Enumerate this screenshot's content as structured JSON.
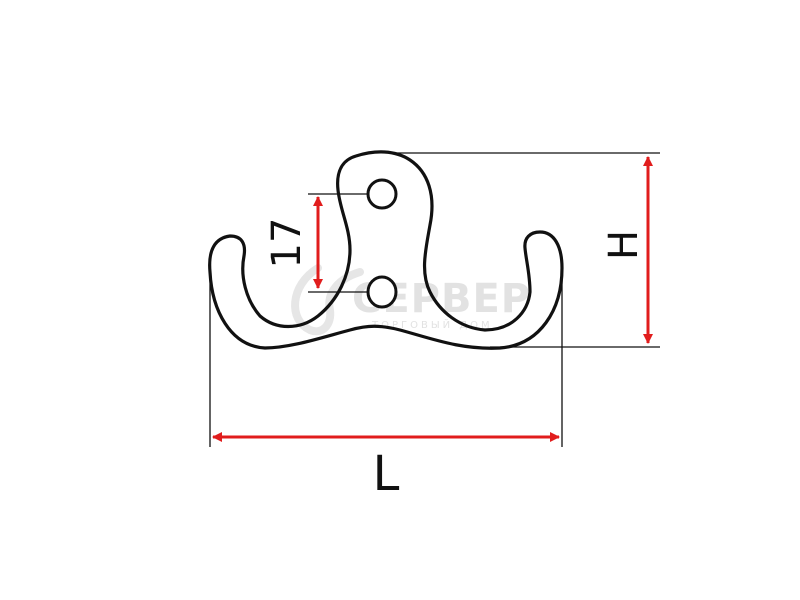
{
  "dimensions": {
    "hole_spacing_label": "17",
    "height_label": "H",
    "length_label": "L"
  },
  "watermark": {
    "brand": "СЕРВЕР",
    "tagline": "ТОРГОВЫЙ ДОМ"
  },
  "colors": {
    "outline": "#111111",
    "dimension_arrow": "#e11d1d",
    "extension_line": "#111111",
    "watermark": "#e2e2e2"
  }
}
